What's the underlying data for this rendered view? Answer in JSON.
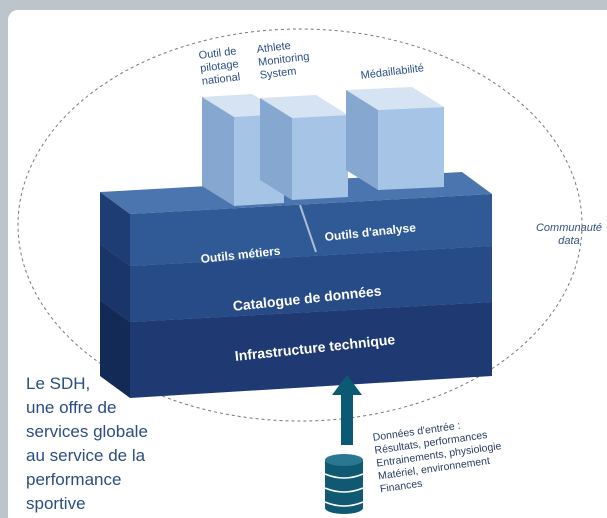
{
  "pillars": [
    {
      "label_lines": [
        "Outil de",
        "pilotage",
        "national"
      ]
    },
    {
      "label_lines": [
        "Athlete",
        "Monitoring",
        "System"
      ]
    },
    {
      "label_lines": [
        "Médaillabilité"
      ]
    }
  ],
  "layers": {
    "tools_left": "Outils métiers",
    "tools_right": "Outils d'analyse",
    "catalog": "Catalogue de données",
    "infrastructure": "Infrastructure technique"
  },
  "community_lines": [
    "Communauté",
    "data"
  ],
  "caption_lines": [
    "Le SDH,",
    "une offre de",
    "services globale",
    "au service de la",
    "performance",
    "sportive"
  ],
  "inputs_lines": [
    "Données d'entrée :",
    "Résultats, performances",
    "Entrainements, physiologie",
    "Matériel, environnement",
    "Finances"
  ],
  "colors": {
    "background": "#bcc4cc",
    "card": "#ffffff",
    "layer_infra": "#1f3a72",
    "layer_catalog": "#274b86",
    "layer_tools": "#2f5a95",
    "pillar": "#a6c4e6",
    "arrow": "#0b5a73",
    "text_blue": "#2b4e86"
  }
}
